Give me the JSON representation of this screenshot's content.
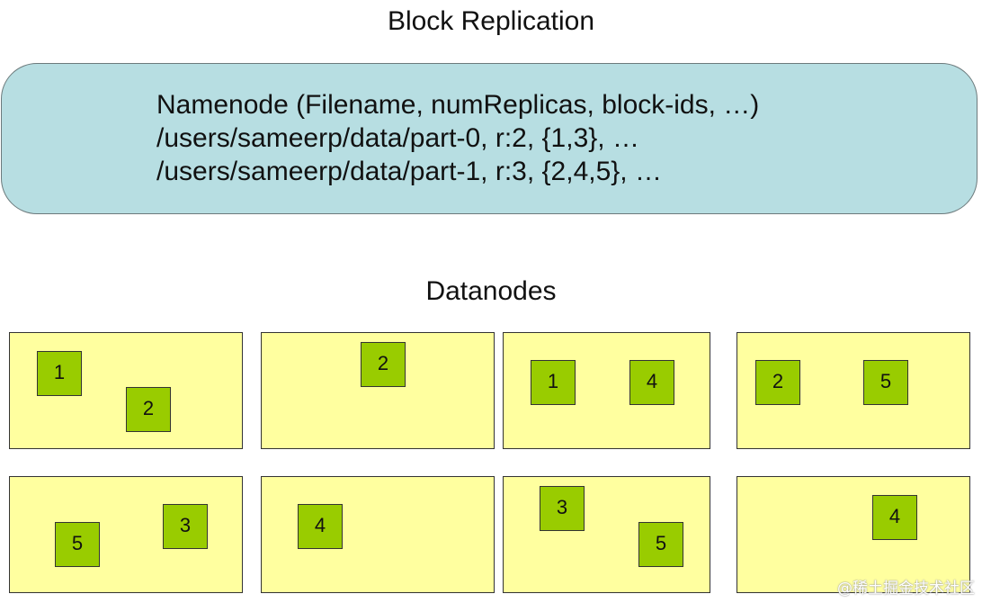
{
  "title": "Block Replication",
  "namenode": {
    "lines": [
      "Namenode (Filename, numReplicas, block-ids, …)",
      "/users/sameerp/data/part-0, r:2, {1,3}, …",
      "/users/sameerp/data/part-1, r:3, {2,4,5}, …"
    ]
  },
  "datanodes_title": "Datanodes",
  "datanodes": [
    {
      "blocks": [
        "1",
        "2"
      ]
    },
    {
      "blocks": [
        "2"
      ]
    },
    {
      "blocks": [
        "1",
        "4"
      ]
    },
    {
      "blocks": [
        "2",
        "5"
      ]
    },
    {
      "blocks": [
        "5",
        "3"
      ]
    },
    {
      "blocks": [
        "4"
      ]
    },
    {
      "blocks": [
        "3",
        "5"
      ]
    },
    {
      "blocks": [
        "4"
      ]
    }
  ],
  "watermark": "@稀土掘金技术社区",
  "colors": {
    "namenode_fill": "#b7dee2",
    "datanode_fill": "#ffff9f",
    "block_fill": "#99cc00"
  }
}
